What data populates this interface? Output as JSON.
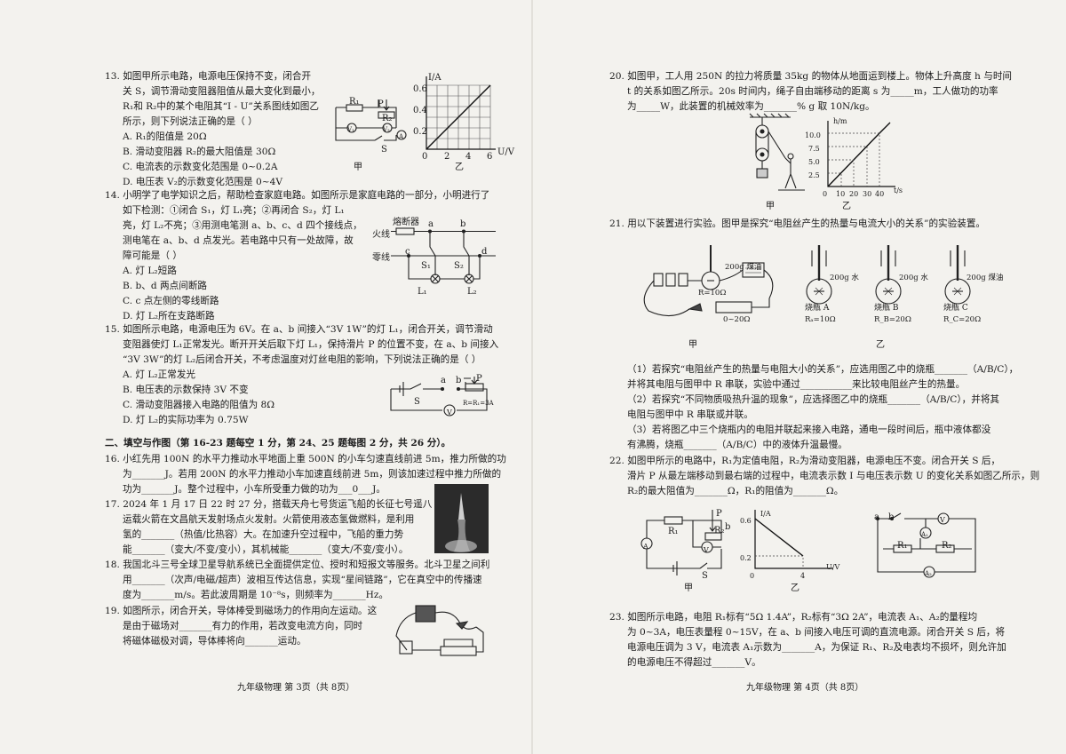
{
  "left": {
    "q13": {
      "lines": [
        "13. 如图甲所示电路，电源电压保持不变，闭合开",
        "关 S，调节滑动变阻器阻值从最大变化到最小，",
        "R₁和 R₂中的某个电阻其“I - U”关系图线如图乙",
        "所示，则下列说法正确的是（  ）"
      ],
      "options": [
        "A. R₁的阻值是 20Ω",
        "B. 滑动变阻器 R₂的最大阻值是 30Ω",
        "C. 电流表的示数变化范围是 0~0.2A",
        "D. 电压表 V₂的示数变化范围是 0~4V"
      ],
      "fig_jia": "甲",
      "fig_yi": "乙",
      "graph": {
        "y_label": "I/A",
        "x_label": "U/V",
        "x_ticks": [
          "0",
          "2",
          "4",
          "6"
        ],
        "y_ticks": [
          "0.6",
          "0.4",
          "0.2"
        ],
        "r1": "R₁",
        "r2": "R₂",
        "p": "P",
        "s": "S",
        "v1": "V₁",
        "v2": "V₂",
        "a": "A"
      }
    },
    "q14": {
      "lines": [
        "14. 小明学了电学知识之后，帮助检查家庭电路。如图所示是家庭电路的一部分，小明进行了",
        "如下检测：①闭合 S₁，灯 L₁亮；②再闭合 S₂，灯 L₁",
        "亮，灯 L₂不亮；③用测电笔测 a、b、c、d 四个接线点，",
        "测电笔在 a、b、d 点发光。若电路中只有一处故障，故",
        "障可能是（  ）"
      ],
      "options": [
        "A. 灯 L₂短路",
        "B. b、d 两点间断路",
        "C. c 点左侧的零线断路",
        "D. 灯 L₂所在支路断路"
      ],
      "fuse": "熔断器",
      "live": "火线",
      "neutral": "零线",
      "pts": [
        "a",
        "b",
        "c",
        "d"
      ],
      "s1": "S₁",
      "s2": "S₂",
      "l1": "L₁",
      "l2": "L₂"
    },
    "q15": {
      "lines": [
        "15. 如图所示电路，电源电压为 6V。在 a、b 间接入“3V   1W”的灯 L₁，闭合开关，调节滑动",
        "变阻器使灯 L₁正常发光。断开开关后取下灯 L₁，保持滑片 P 的位置不变，在 a、b 间接入",
        "“3V   3W”的灯 L₂后闭合开关，不考虑温度对灯丝电阻的影响，下列说法正确的是（  ）"
      ],
      "options": [
        "A. 灯 L₂正常发光",
        "B. 电压表的示数保持 3V 不变",
        "C. 滑动变阻器接入电路的阻值为 8Ω",
        "D. 灯 L₂的实际功率为 0.75W"
      ],
      "labels": {
        "a": "a",
        "b": "b",
        "p": "P",
        "s": "S",
        "v": "V",
        "r": "R=R₁=3A"
      }
    },
    "section2": "二、填空与作图（第 16-23 题每空 1 分，第 24、25 题每图 2 分，共 26 分）。",
    "q16": [
      "16. 小红先用 100N 的水平力推动水平地面上重 500N 的小车匀速直线前进 5m，推力所做的功",
      "为_______J。若用 200N 的水平力推动小车加速直线前进 5m，则该加速过程中推力所做的",
      "功为_______J。整个过程中，小车所受重力做的功为___0___J。"
    ],
    "q17": [
      "17. 2024 年 1 月 17 日 22 时 27 分，搭载天舟七号货运飞船的长征七号遥八",
      "运载火箭在文昌航天发射场点火发射。火箭使用液态氢做燃料，是利用",
      "氢的_______（热值/比热容）大。在加速升空过程中，飞船的重力势",
      "能_______（变大/不变/变小），其机械能_______（变大/不变/变小）。"
    ],
    "q18": [
      "18. 我国北斗三号全球卫星导航系统已全面提供定位、授时和短报文等服务。北斗卫星之间利",
      "用_______（次声/电磁/超声）波相互传达信息，实现“星间链路”，它在真空中的传播速",
      "度为_______m/s。若此波周期是 10⁻⁸s，则频率为_______Hz。"
    ],
    "q19": [
      "19. 如图所示，闭合开关，导体棒受到磁场力的作用向左运动。这",
      "是由于磁场对_______有力的作用，若改变电流方向，同时",
      "将磁体磁极对调，导体棒将向_______运动。"
    ],
    "footer": "九年级物理   第 3页（共 8页）"
  },
  "right": {
    "q20": [
      "20. 如图甲，工人用 250N 的拉力将质量 35kg 的物体从地面运到楼上。物体上升高度 h 与时间",
      "t 的关系如图乙所示。20s 时间内，绳子自由端移动的距离 s 为_____m，工人做功的功率",
      "为_____W，此装置的机械效率为_______%  g 取 10N/kg。"
    ],
    "q20fig": {
      "y_label": "h/m",
      "x_label": "t/s",
      "y_ticks": [
        "10.0",
        "7.5",
        "5.0",
        "2.5"
      ],
      "x_ticks": [
        "0",
        "10",
        "20",
        "30",
        "40"
      ],
      "jia": "甲",
      "yi": "乙"
    },
    "q21": [
      "21. 用以下装置进行实验。图甲是探究“电阻丝产生的热量与电流大小的关系”的实验装置。"
    ],
    "q21fig": {
      "oil": "200g 煤油",
      "r": "R=10Ω",
      "rheo": "0~20Ω",
      "jia": "甲",
      "yi": "乙",
      "flasks": [
        {
          "liquid": "200g 水",
          "name": "烧瓶 A",
          "r": "Rₐ=10Ω"
        },
        {
          "liquid": "200g 水",
          "name": "烧瓶 B",
          "r": "R_B=20Ω"
        },
        {
          "liquid": "200g 煤油",
          "name": "烧瓶 C",
          "r": "R_C=20Ω"
        }
      ]
    },
    "q21text": [
      "（1）若探究“电阻丝产生的热量与电阻大小的关系”，应选用图乙中的烧瓶_______（A/B/C），",
      "并将其电阻与图甲中 R 串联，实验中通过___________来比较电阻丝产生的热量。",
      "（2）若探究“不同物质吸热升温的现象”，应选择图乙中的烧瓶_______（A/B/C），并将其",
      "电阻与图甲中 R 串联或并联。",
      "（3）若将图乙中三个烧瓶内的电阻并联起来接入电路，通电一段时间后，瓶中液体都没",
      "有沸腾，烧瓶_______（A/B/C）中的液体升温最慢。"
    ],
    "q22": [
      "22. 如图甲所示的电路中，R₁为定值电阻，R₂为滑动变阻器，电源电压不变。闭合开关 S 后，",
      "滑片 P 从最左端移动到最右端的过程中，电流表示数 I 与电压表示数 U 的变化关系如图乙所示，则",
      "R₂的最大阻值为_______Ω，R₁的阻值为_______Ω。"
    ],
    "q22fig": {
      "jia": "甲",
      "yi": "乙",
      "y_label": "I/A",
      "x_label": "U/V",
      "y_ticks": [
        "0.6",
        "0.2"
      ],
      "x_ticks": [
        "0",
        "4"
      ],
      "labels": {
        "a": "A",
        "v": "V",
        "r1": "R₁",
        "r2": "R₂",
        "p": "P",
        "s": "S",
        "b": "b"
      }
    },
    "q22fig2": {
      "a": "a",
      "b": "b",
      "v": "V",
      "a1": "A₁",
      "a2": "A₂",
      "r1": "R₁",
      "r2": "R₂"
    },
    "q23": [
      "23. 如图所示电路，电阻 R₁标有“5Ω    1.4A”，R₂标有“3Ω    2A”，电流表 A₁、A₂的量程均",
      "为 0~3A，电压表量程 0~15V，在 a、b 间接入电压可调的直流电源。闭合开关 S 后，将",
      "电源电压调为 3 V，电流表 A₁示数为_______A，为保证 R₁、R₂及电表均不损坏，则允许加",
      "的电源电压不得超过_______V。"
    ],
    "footer": "九年级物理   第 4页（共 8页）"
  }
}
